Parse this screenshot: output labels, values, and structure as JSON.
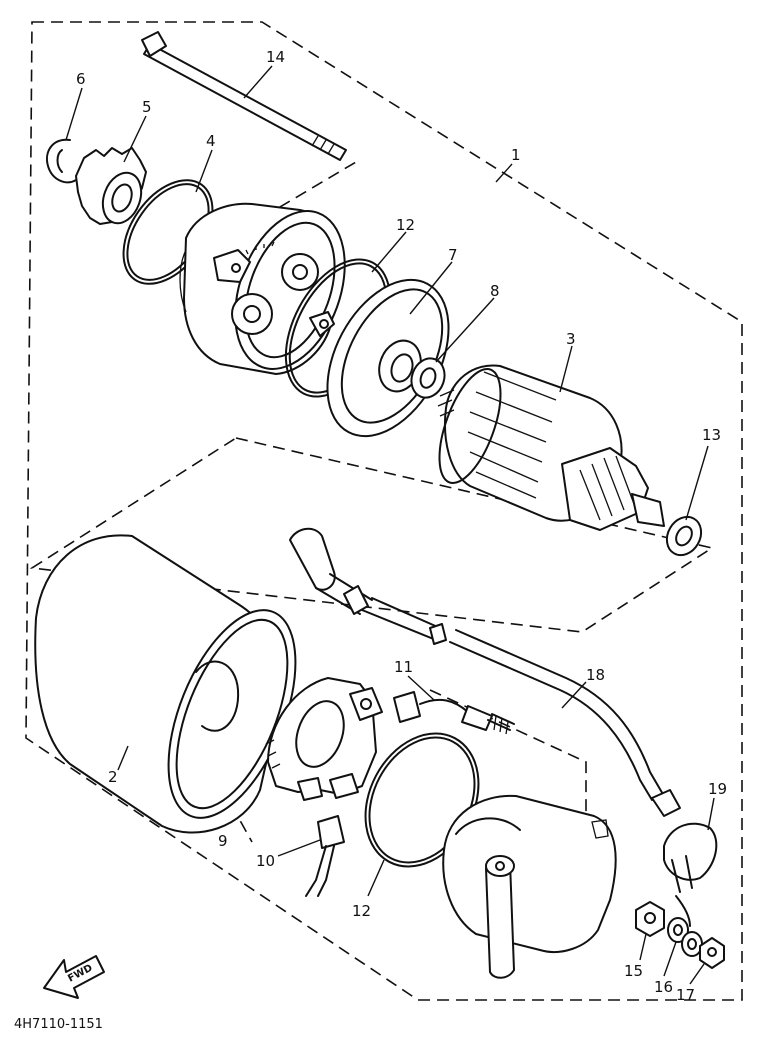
{
  "diagram": {
    "callouts": [
      {
        "key": "c1",
        "label": "1"
      },
      {
        "key": "c2",
        "label": "2"
      },
      {
        "key": "c3",
        "label": "3"
      },
      {
        "key": "c4",
        "label": "4"
      },
      {
        "key": "c5",
        "label": "5"
      },
      {
        "key": "c6",
        "label": "6"
      },
      {
        "key": "c7",
        "label": "7"
      },
      {
        "key": "c8",
        "label": "8"
      },
      {
        "key": "c9",
        "label": "9"
      },
      {
        "key": "c10",
        "label": "10"
      },
      {
        "key": "c11",
        "label": "11"
      },
      {
        "key": "c12a",
        "label": "12"
      },
      {
        "key": "c12b",
        "label": "12"
      },
      {
        "key": "c13",
        "label": "13"
      },
      {
        "key": "c14",
        "label": "14"
      },
      {
        "key": "c15",
        "label": "15"
      },
      {
        "key": "c16",
        "label": "16"
      },
      {
        "key": "c17",
        "label": "17"
      },
      {
        "key": "c18",
        "label": "18"
      },
      {
        "key": "c19",
        "label": "19"
      }
    ],
    "fwd_label": "FWD",
    "drawing_code": "4H7110-1151"
  }
}
